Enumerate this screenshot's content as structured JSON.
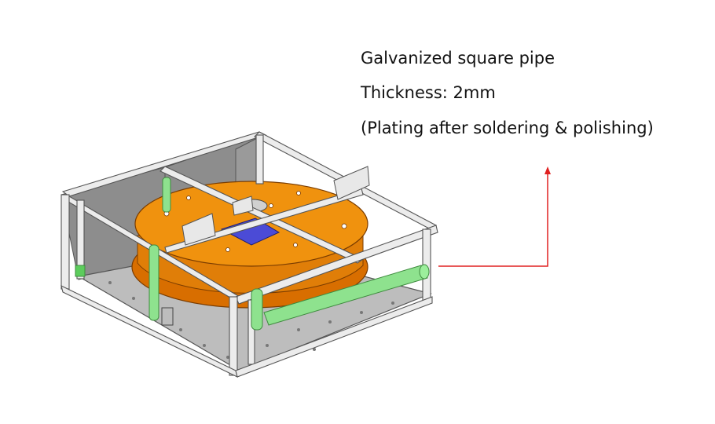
{
  "labels": {
    "line1": "Galvanized square pipe",
    "line2": "Thickness: 2mm",
    "line3": "(Plating after soldering & polishing)"
  },
  "colors": {
    "frame": "#e6e6e6",
    "frame_outline": "#555555",
    "drum": "#f0920e",
    "drum_shadow": "#d86e00",
    "roller": "#8ee28e",
    "hub": "#4b4bd6",
    "base": "#b9b9b9",
    "arrow": "#e02020"
  }
}
